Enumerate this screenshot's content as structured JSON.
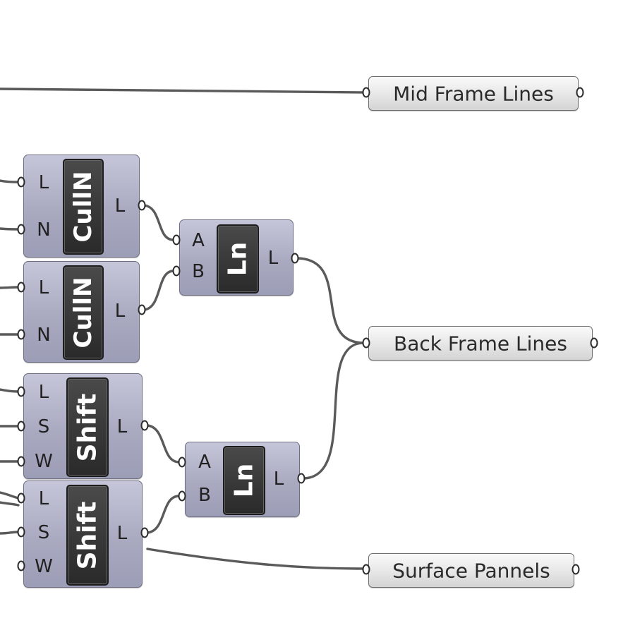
{
  "parameters": {
    "mid_frame": {
      "label": "Mid Frame Lines"
    },
    "back_frame": {
      "label": "Back Frame Lines"
    },
    "surface": {
      "label": "Surface Pannels"
    }
  },
  "components": {
    "culln_1": {
      "name": "CullN",
      "inputs": [
        "L",
        "N"
      ],
      "output": "L"
    },
    "culln_2": {
      "name": "CullN",
      "inputs": [
        "L",
        "N"
      ],
      "output": "L"
    },
    "shift_1": {
      "name": "Shift",
      "inputs": [
        "L",
        "S",
        "W"
      ],
      "output": "L"
    },
    "shift_2": {
      "name": "Shift",
      "inputs": [
        "L",
        "S",
        "W"
      ],
      "output": "L"
    },
    "line_1": {
      "name": "Ln",
      "inputs": [
        "A",
        "B"
      ],
      "output": "L"
    },
    "line_2": {
      "name": "Ln",
      "inputs": [
        "A",
        "B"
      ],
      "output": "L"
    }
  },
  "colors": {
    "canvas": "#ffffff",
    "wire": "#5a5a5a",
    "component_body": "#a9aac0",
    "component_core": "#2f2f2f",
    "parameter_body": "#e8e8e8"
  }
}
